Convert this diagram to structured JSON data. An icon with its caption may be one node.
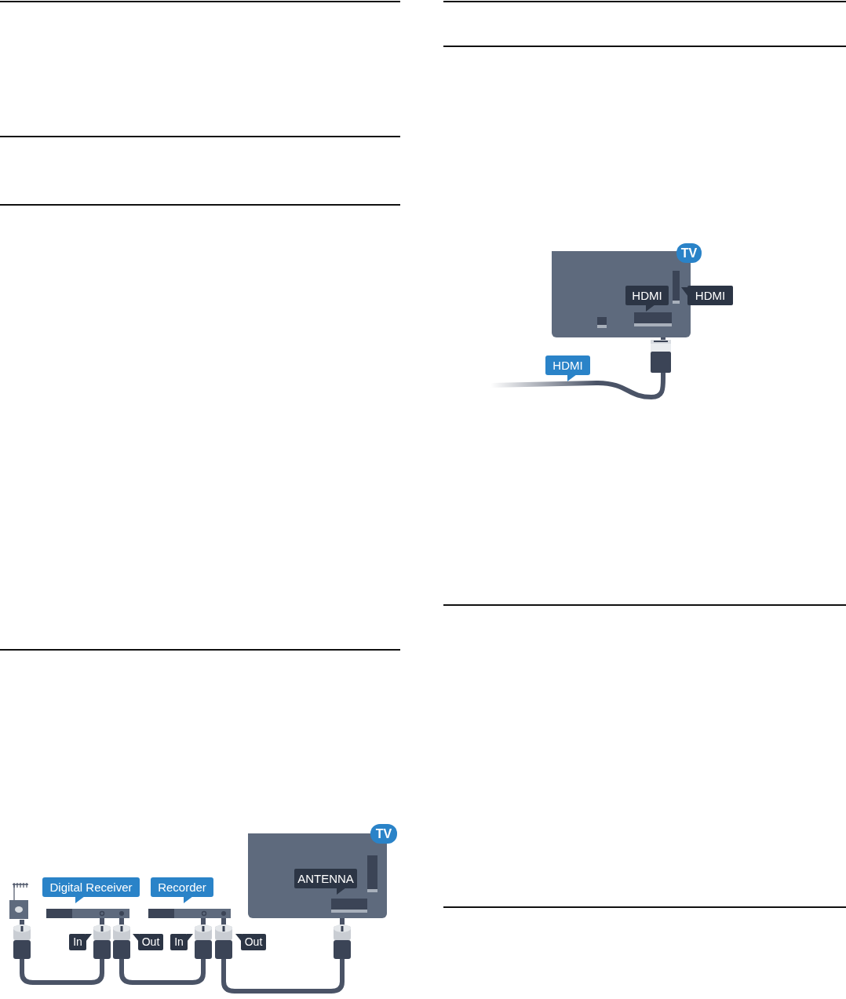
{
  "diagram": {
    "nodes": [
      {
        "text": [],
        "shape": "antenna"
      },
      {
        "text": [
          "Digital Receiver"
        ]
      },
      {
        "text": [
          "Recorder"
        ]
      },
      {
        "text": [
          "TV",
          "ANTENNA"
        ]
      },
      {
        "text": [
          "TV",
          "HDMI",
          "HDMI"
        ]
      }
    ],
    "edges": [
      {
        "from": 0,
        "to": 1,
        "arrow": "none"
      },
      {
        "from": 1,
        "to": 2,
        "arrow": "none"
      },
      {
        "from": 2,
        "to": 3,
        "arrow": "none"
      },
      {
        "from": null,
        "to": 4,
        "arrow": "none",
        "label": "HDMI"
      }
    ],
    "labels": [
      "In",
      "Out",
      "In",
      "Out"
    ]
  }
}
